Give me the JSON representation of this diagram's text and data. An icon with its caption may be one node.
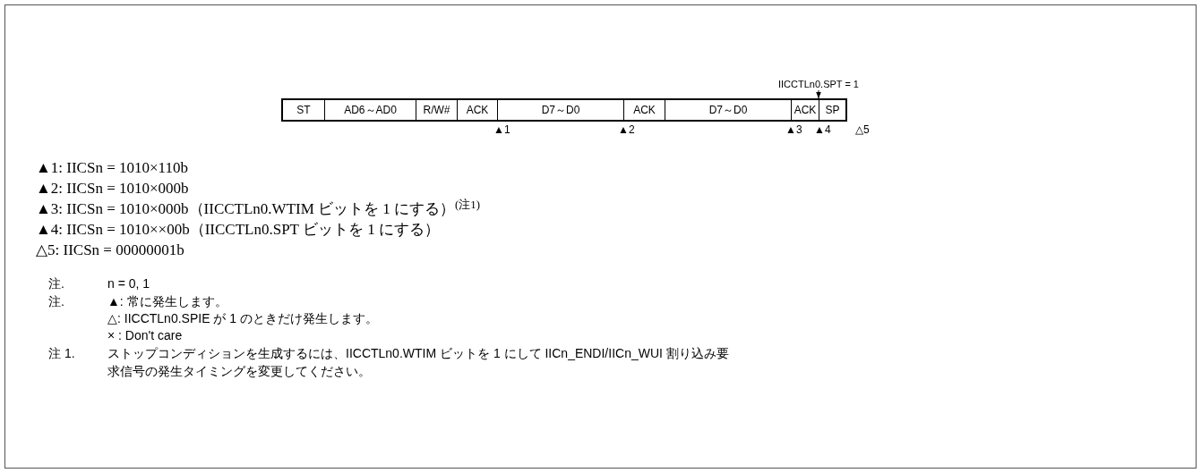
{
  "diagram": {
    "nodes": [
      {
        "text": [
          "ST"
        ]
      },
      {
        "text": [
          "AD6～AD0"
        ]
      },
      {
        "text": [
          "R/W#"
        ]
      },
      {
        "text": [
          "ACK"
        ]
      },
      {
        "text": [
          "D7～D0"
        ]
      },
      {
        "text": [
          "ACK"
        ]
      },
      {
        "text": [
          "D7～D0"
        ]
      },
      {
        "text": [
          "ACK"
        ]
      },
      {
        "text": [
          "SP"
        ]
      },
      {
        "text": [
          "IICCTLn0.SPT = 1"
        ]
      }
    ],
    "edges": [
      {
        "from": 9,
        "to": 8,
        "arrow": "to"
      }
    ],
    "labels": [
      "▲1",
      "▲2",
      "▲3",
      "▲4",
      "△5",
      "▲1: IICSn = 1010×110b",
      "▲2: IICSn = 1010×000b",
      "▲3: IICSn = 1010×000b（IICCTLn0.WTIM ビットを 1 にする）$^{(注1)}$",
      "▲4: IICSn = 1010××00b（IICCTLn0.SPT ビットを 1 にする）",
      "△5: IICSn = 00000001b",
      "注.",
      "n = 0, 1",
      "注.",
      "▲: 常に発生します。",
      "△: IICCTLn0.SPIE が 1 のときだけ発生します。",
      "× : Don't care",
      "注 1.",
      "ストップコンディションを生成するには、IICCTLn0.WTIM ビットを 1 にして IICn_ENDI/IICn_WUI 割り込み要求信号の発生タイミングを変更してください。"
    ]
  }
}
